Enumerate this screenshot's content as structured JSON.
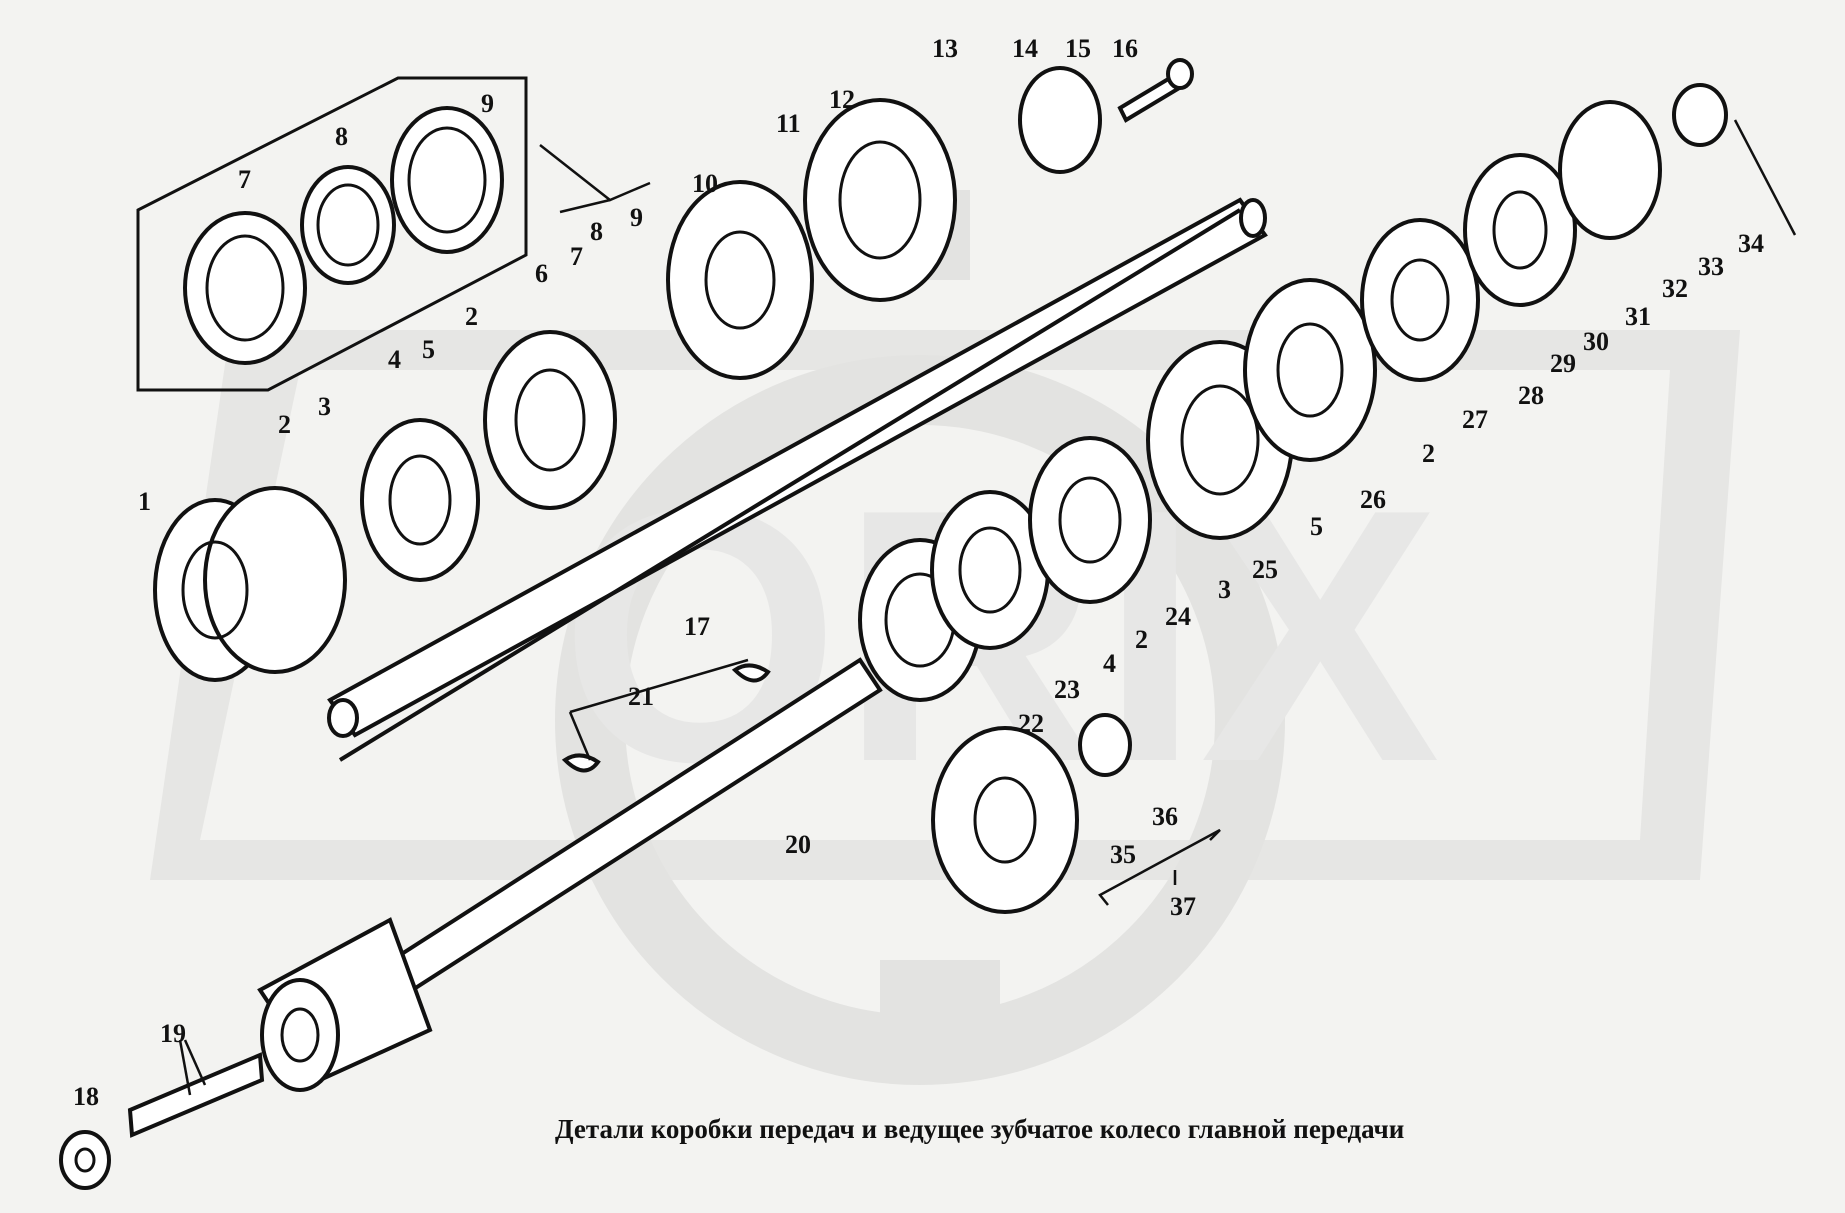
{
  "caption": "Детали коробки передач и ведущее зубчатое колесо главной передачи",
  "watermark": "ORIX",
  "labels": [
    {
      "id": "l1",
      "text": "1"
    },
    {
      "id": "l2a",
      "text": "2"
    },
    {
      "id": "l3a",
      "text": "3"
    },
    {
      "id": "l4a",
      "text": "4"
    },
    {
      "id": "l5a",
      "text": "5"
    },
    {
      "id": "l2b",
      "text": "2"
    },
    {
      "id": "l6",
      "text": "6"
    },
    {
      "id": "l7a",
      "text": "7"
    },
    {
      "id": "l8a",
      "text": "8"
    },
    {
      "id": "l9a",
      "text": "9"
    },
    {
      "id": "l7b",
      "text": "7"
    },
    {
      "id": "l8b",
      "text": "8"
    },
    {
      "id": "l9b",
      "text": "9"
    },
    {
      "id": "l10",
      "text": "10"
    },
    {
      "id": "l11",
      "text": "11"
    },
    {
      "id": "l12",
      "text": "12"
    },
    {
      "id": "l13",
      "text": "13"
    },
    {
      "id": "l14",
      "text": "14"
    },
    {
      "id": "l15",
      "text": "15"
    },
    {
      "id": "l16",
      "text": "16"
    },
    {
      "id": "l17",
      "text": "17"
    },
    {
      "id": "l18",
      "text": "18"
    },
    {
      "id": "l19",
      "text": "19"
    },
    {
      "id": "l20",
      "text": "20"
    },
    {
      "id": "l21",
      "text": "21"
    },
    {
      "id": "l22",
      "text": "22"
    },
    {
      "id": "l23",
      "text": "23"
    },
    {
      "id": "l4b",
      "text": "4"
    },
    {
      "id": "l2c",
      "text": "2"
    },
    {
      "id": "l24",
      "text": "24"
    },
    {
      "id": "l3b",
      "text": "3"
    },
    {
      "id": "l25",
      "text": "25"
    },
    {
      "id": "l5b",
      "text": "5"
    },
    {
      "id": "l26",
      "text": "26"
    },
    {
      "id": "l2d",
      "text": "2"
    },
    {
      "id": "l27",
      "text": "27"
    },
    {
      "id": "l28",
      "text": "28"
    },
    {
      "id": "l29",
      "text": "29"
    },
    {
      "id": "l30",
      "text": "30"
    },
    {
      "id": "l31",
      "text": "31"
    },
    {
      "id": "l32",
      "text": "32"
    },
    {
      "id": "l33",
      "text": "33"
    },
    {
      "id": "l34",
      "text": "34"
    },
    {
      "id": "l35",
      "text": "35"
    },
    {
      "id": "l36",
      "text": "36"
    },
    {
      "id": "l37",
      "text": "37"
    }
  ]
}
